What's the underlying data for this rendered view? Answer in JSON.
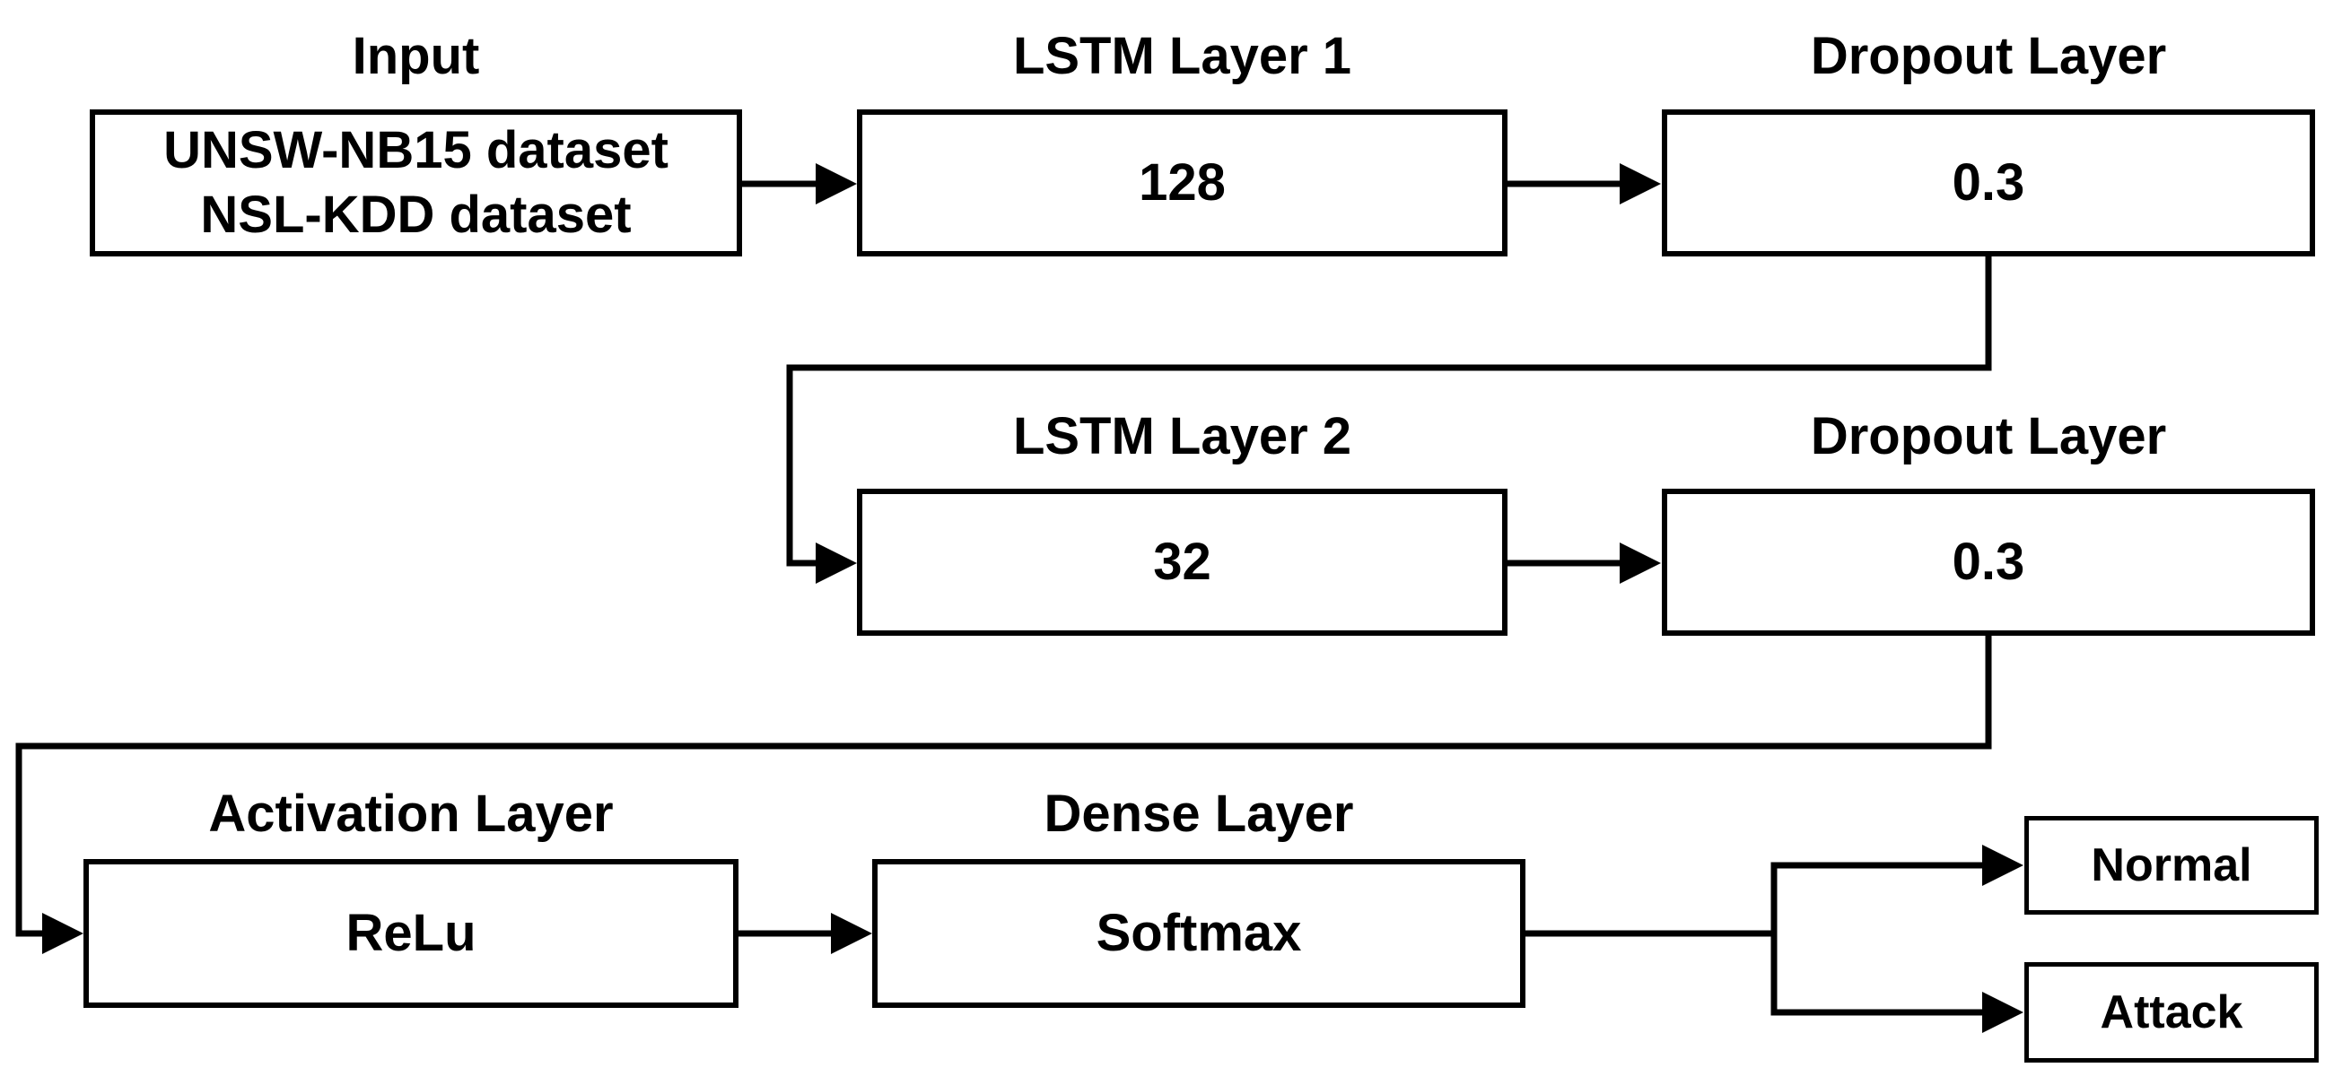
{
  "diagram": {
    "colors": {
      "stroke_color": "#000000",
      "background": "#ffffff",
      "text_color": "#000000"
    },
    "nodes": {
      "input": {
        "label": "Input",
        "lines": [
          "UNSW-NB15 dataset",
          "NSL-KDD dataset"
        ]
      },
      "lstm1": {
        "label": "LSTM Layer 1",
        "value": "128"
      },
      "dropout1": {
        "label": "Dropout Layer",
        "value": "0.3"
      },
      "lstm2": {
        "label": "LSTM Layer 2",
        "value": "32"
      },
      "dropout2": {
        "label": "Dropout Layer",
        "value": "0.3"
      },
      "activation": {
        "label": "Activation Layer",
        "value": "ReLu"
      },
      "dense": {
        "label": "Dense Layer",
        "value": "Softmax"
      },
      "output_normal": {
        "label": "Normal"
      },
      "output_attack": {
        "label": "Attack"
      }
    }
  }
}
